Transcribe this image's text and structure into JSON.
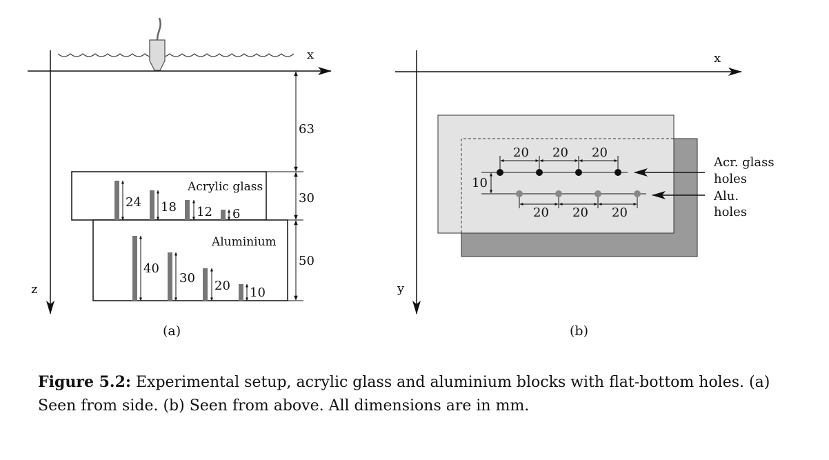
{
  "panel_a": {
    "axis_x": "x",
    "axis_z": "z",
    "sub_label": "(a)",
    "dim_depth": "63",
    "dim_acrylic": "30",
    "dim_aluminium": "50",
    "block_acrylic": "Acrylic glass",
    "block_aluminium": "Aluminium",
    "acrylic_holes": [
      "24",
      "18",
      "12",
      "6"
    ],
    "aluminium_holes": [
      "40",
      "30",
      "20",
      "10"
    ]
  },
  "panel_b": {
    "axis_x": "x",
    "axis_y": "y",
    "sub_label": "(b)",
    "spacing_top": [
      "20",
      "20",
      "20"
    ],
    "spacing_bottom": [
      "20",
      "20",
      "20"
    ],
    "row_offset": "10",
    "label_acr_line1": "Acr. glass",
    "label_acr_line2": "holes",
    "label_alu_line1": "Alu.",
    "label_alu_line2": "holes"
  },
  "caption": {
    "prefix": "Figure 5.2:",
    "text": " Experimental setup, acrylic glass and aluminium blocks with flat-bottom holes. (a) Seen from side. (b) Seen from above. All dimensions are in mm."
  }
}
